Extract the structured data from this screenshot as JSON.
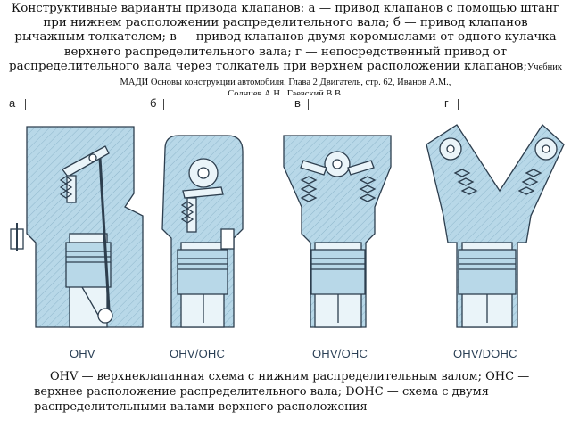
{
  "caption": {
    "main": "Конструктивные варианты привода клапанов: а — привод клапанов с помощью штанг при нижнем расположении распределительного вала; б — привод клапанов рычажным толкателем; в — привод клапанов двумя коромыслами от одного кулачка верхнего распределительного вала; г — непосредственный привод от распределительного вала через толкатель при верхнем расположении клапанов;",
    "source": "Учебник МАДИ Основы конструкции автомобиля,  Глава 2 Двигатель,  стр. 62,  Иванов А.М.,",
    "source_tail": "Солнцев А.Н., Гаевский В.В."
  },
  "panels": [
    {
      "letter": "а",
      "label": "OHV"
    },
    {
      "letter": "б",
      "label": "OHV/OHC"
    },
    {
      "letter": "в",
      "label": "OHV/OHC"
    },
    {
      "letter": "г",
      "label": "OHV/DOHC"
    }
  ],
  "legend": "OHV — верхнеклапанная схема с нижним распределительным валом; OHC — верхнее расположение распределительного вала; DOHC — схема с двумя распределительными валами верхнего расположения",
  "colors": {
    "metal": "#b8d8e8",
    "metal_dark": "#7fa9c0",
    "outline": "#2d3e4e",
    "label": "#2a3f55"
  }
}
